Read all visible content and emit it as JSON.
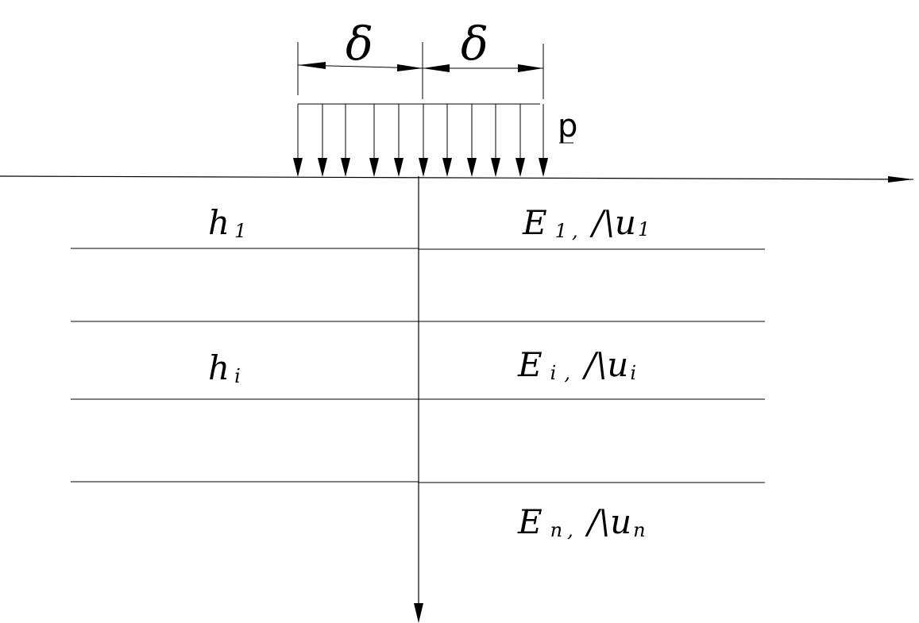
{
  "diagram": {
    "dimension_labels": [
      "δ",
      "δ"
    ],
    "load_label": "p",
    "left_layers": [
      {
        "symbol": "h",
        "subscript": "1"
      },
      {
        "symbol": "h",
        "subscript": "i"
      }
    ],
    "right_layers": [
      {
        "e_symbol": "E",
        "e_sub": "1",
        "sep": ",",
        "mu_symbol": "/\\u",
        "mu_sub": "1"
      },
      {
        "e_symbol": "E",
        "e_sub": "i",
        "sep": ",",
        "mu_symbol": "/\\u",
        "mu_sub": "i"
      },
      {
        "e_symbol": "E",
        "e_sub": "n",
        "sep": ",",
        "mu_symbol": "/\\u",
        "mu_sub": "n"
      }
    ]
  }
}
